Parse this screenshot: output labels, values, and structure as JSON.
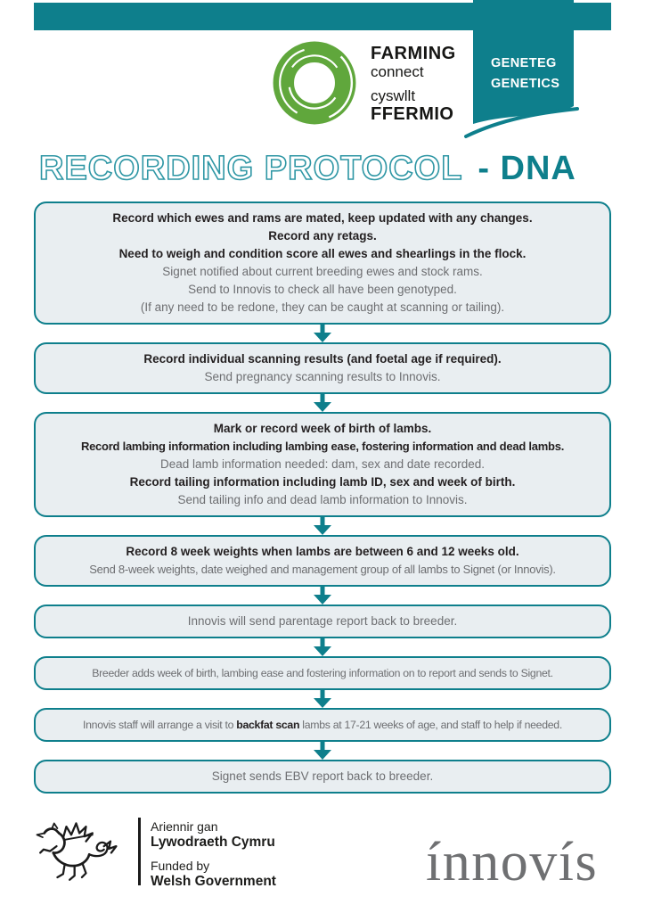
{
  "colors": {
    "teal": "#0e7f8c",
    "box_fill": "#e9eef1",
    "dark_text": "#231f20",
    "gray_text": "#6d6e71",
    "logo_green": "#60a73c",
    "innovis_gray": "#6f7072"
  },
  "header": {
    "logo": {
      "farming": "FARMING",
      "connect": "connect",
      "cyswllt": "cyswllt",
      "ffermio": "FFERMIO"
    },
    "ribbon": [
      "GENETEG",
      "GENETICS"
    ]
  },
  "title": {
    "outline": "RECORDING PROTOCOL",
    "solid": "- DNA"
  },
  "flow": {
    "boxes": [
      {
        "lines": [
          [
            {
              "text": "Record which ewes and rams are mated, keep updated with any changes.",
              "style": "bold"
            }
          ],
          [
            {
              "text": "Record any retags.",
              "style": "bold"
            }
          ],
          [
            {
              "text": "Need to weigh and condition score all ewes and shearlings in the flock.",
              "style": "bold"
            }
          ],
          [
            {
              "text": "Signet notified about current breeding ewes and stock rams.",
              "style": "plain"
            }
          ],
          [
            {
              "text": "Send to Innovis to check all have been genotyped.",
              "style": "plain"
            }
          ],
          [
            {
              "text": "(If any need to be redone, they can be caught at scanning or tailing).",
              "style": "plain"
            }
          ]
        ]
      },
      {
        "lines": [
          [
            {
              "text": "Record individual scanning results (and foetal age if required).",
              "style": "bold"
            }
          ],
          [
            {
              "text": "Send pregnancy scanning results to Innovis.",
              "style": "plain"
            }
          ]
        ]
      },
      {
        "lines": [
          [
            {
              "text": "Mark or record week of birth of lambs.",
              "style": "bold"
            }
          ],
          [
            {
              "text": "Record lambing information including lambing ease, fostering information and dead lambs.",
              "style": "bold"
            }
          ],
          [
            {
              "text": "Dead lamb information needed: dam, sex and date recorded.",
              "style": "plain"
            }
          ],
          [
            {
              "text": "Record tailing information including lamb ID, sex and week of birth.",
              "style": "bold"
            }
          ],
          [
            {
              "text": "Send tailing info and dead lamb information to Innovis.",
              "style": "plain"
            }
          ]
        ]
      },
      {
        "lines": [
          [
            {
              "text": "Record 8 week weights when lambs are between 6 and 12 weeks old.",
              "style": "bold"
            }
          ],
          [
            {
              "text": "Send 8-week weights, date weighed and management group of all lambs to Signet (or Innovis).",
              "style": "plain"
            }
          ]
        ]
      },
      {
        "lines": [
          [
            {
              "text": "Innovis will send parentage report back to breeder.",
              "style": "plain"
            }
          ]
        ]
      },
      {
        "lines": [
          [
            {
              "text": "Breeder adds week of birth, lambing ease and fostering information on to report and sends to Signet.",
              "style": "plain"
            }
          ]
        ]
      },
      {
        "lines": [
          [
            {
              "text": "Innovis staff will arrange a visit to ",
              "style": "plain"
            },
            {
              "text": "backfat scan",
              "style": "bold"
            },
            {
              "text": " lambs at 17-21 weeks of age, and staff to help if needed.",
              "style": "plain"
            }
          ]
        ]
      },
      {
        "lines": [
          [
            {
              "text": "Signet sends EBV report back to breeder.",
              "style": "plain"
            }
          ]
        ]
      }
    ]
  },
  "footer": {
    "funder": [
      "Ariennir gan",
      "Lywodraeth Cymru",
      "Funded by",
      "Welsh Government"
    ],
    "innovis": "ínnovís"
  }
}
